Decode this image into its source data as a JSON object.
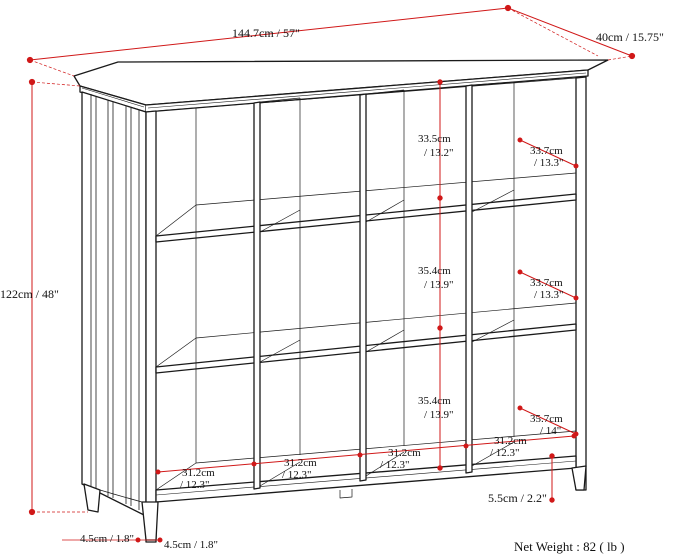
{
  "dimensions": {
    "width": "144.7cm / 57\"",
    "depth": "40cm / 15.75\"",
    "height": "122cm / 48\"",
    "top_shelf_height_cm": "33.5cm",
    "top_shelf_height_in": "/ 13.2\"",
    "middle_shelf_height_cm": "35.4cm",
    "middle_shelf_height_in": "/ 13.9\"",
    "bottom_shelf_height_cm": "35.4cm",
    "bottom_shelf_height_in": "/ 13.9\"",
    "top_cube_depth_cm": "33.7cm",
    "top_cube_depth_in": "/ 13.3\"",
    "middle_cube_depth_cm": "33.7cm",
    "middle_cube_depth_in": "/ 13.3\"",
    "bottom_cube_depth_cm": "35.7cm",
    "bottom_cube_depth_in": "/ 14\"",
    "cube_width_1_cm": "31.2cm",
    "cube_width_1_in": "/ 12.3\"",
    "cube_width_2_cm": "31.2cm",
    "cube_width_2_in": "/ 12.3\"",
    "cube_width_3_cm": "31.2cm",
    "cube_width_3_in": "/ 12.3\"",
    "cube_width_4_cm": "31.2cm",
    "cube_width_4_in": "/ 12.3\"",
    "base_height": "5.5cm / 2.2\"",
    "leg_front": "4.5cm / 1.8\"",
    "leg_side": "4.5cm / 1.8\""
  },
  "net_weight": "Net Weight : 82 ( lb )",
  "colors": {
    "line": "#1a1a1a",
    "dimension": "#d01818"
  }
}
